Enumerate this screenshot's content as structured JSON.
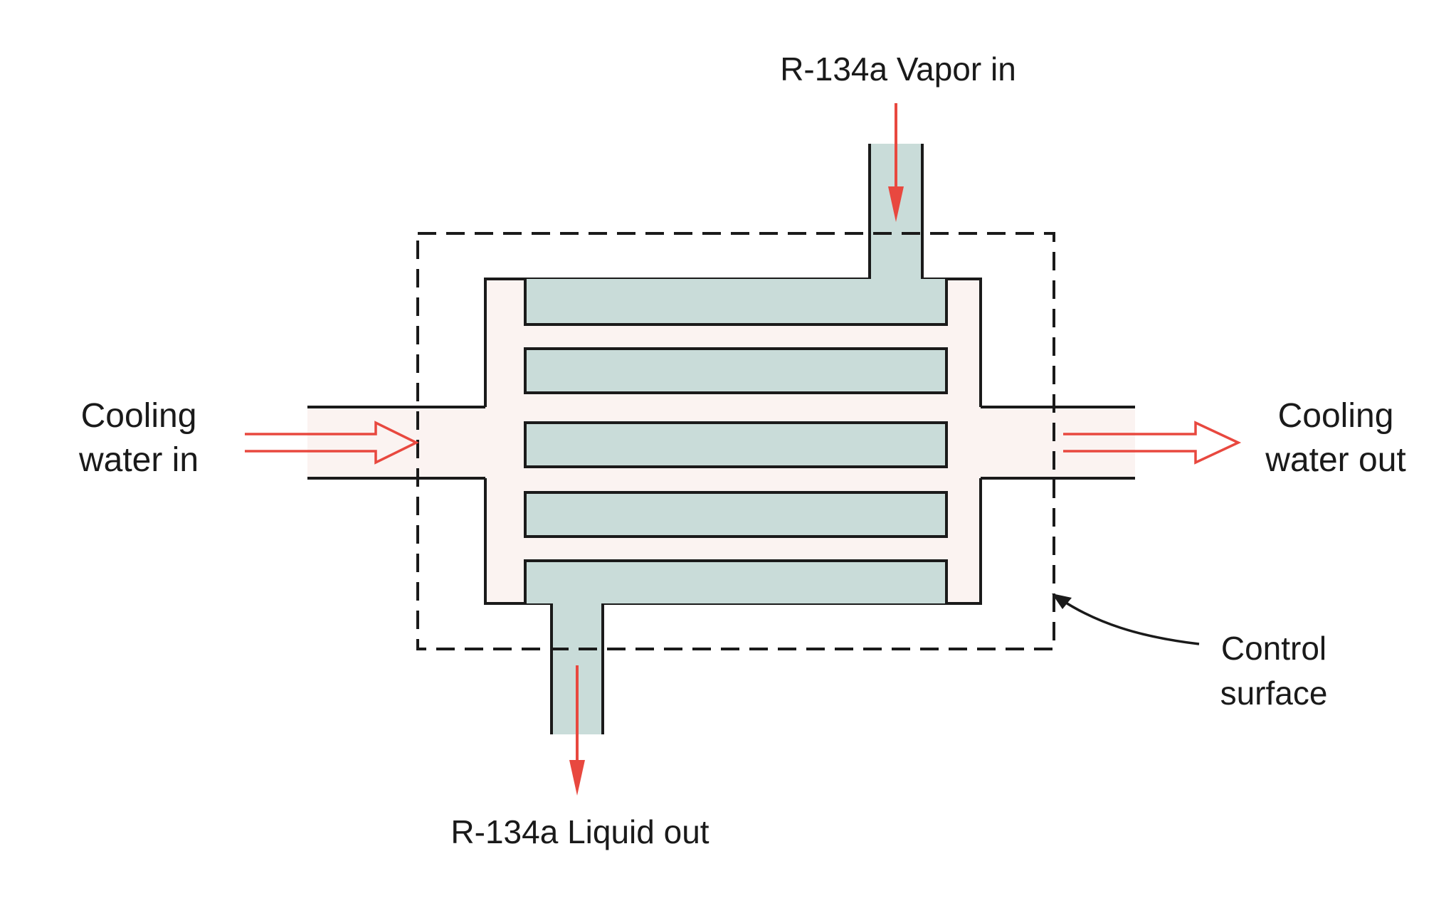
{
  "labels": {
    "vapor_in": "R-134a Vapor in",
    "liquid_out": "R-134a Liquid out",
    "water_in_line1": "Cooling",
    "water_in_line2": "water in",
    "water_out_line1": "Cooling",
    "water_out_line2": "water out",
    "control_line1": "Control",
    "control_line2": "surface"
  },
  "colors": {
    "refrigerant_fill": "#c9dcd9",
    "shell_fill": "#fbf3f1",
    "outline": "#1a1a1a",
    "flow_arrow": "#e8483f",
    "water_arrow": "#e8483f"
  }
}
